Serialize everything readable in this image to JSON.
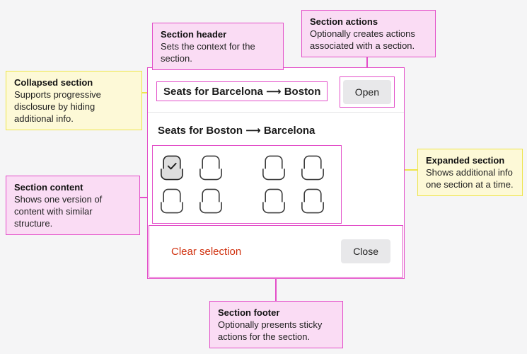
{
  "colors": {
    "magenta": "#e34fc9",
    "pink_fill": "#fadcf4",
    "yellow_fill": "#fdf9d7",
    "yellow_border": "#eee54b",
    "red": "#d0310f",
    "button_bg": "#e8e8ea"
  },
  "annotations": {
    "section_header": {
      "title": "Section header",
      "body": "Sets the context for the section."
    },
    "section_actions": {
      "title": "Section actions",
      "body": "Optionally creates actions associated with a section."
    },
    "collapsed_section": {
      "title": "Collapsed section",
      "body": "Supports progressive disclosure by hiding additional info."
    },
    "section_content": {
      "title": "Section content",
      "body": "Shows one version of content with similar structure."
    },
    "expanded_section": {
      "title": "Expanded section",
      "body": "Shows additional info one section at a time."
    },
    "section_footer": {
      "title": "Section footer",
      "body": "Optionally presents sticky actions for the section."
    }
  },
  "card": {
    "collapsed_header": "Seats for Barcelona ⟶ Boston",
    "expanded_header": "Seats for Boston ⟶ Barcelona",
    "open_label": "Open",
    "close_label": "Close",
    "clear_selection_label": "Clear selection"
  },
  "seats": [
    [
      "selected",
      "available",
      "available",
      "available"
    ],
    [
      "available",
      "available",
      "available",
      "available"
    ]
  ]
}
